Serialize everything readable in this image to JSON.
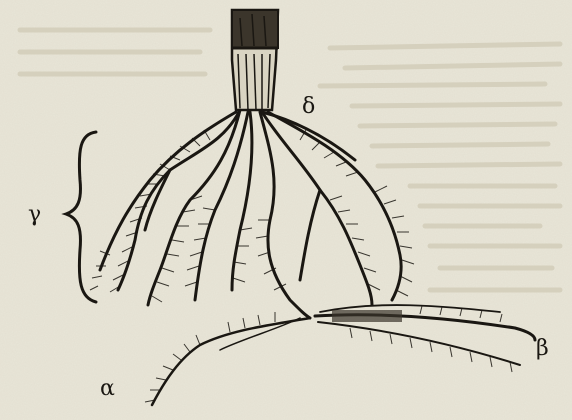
{
  "figure": {
    "labels": {
      "alpha": "α",
      "beta": "β",
      "gamma": "γ",
      "delta": "δ"
    },
    "colors": {
      "paper": "#e9e6d8",
      "ink": "#1a1712",
      "faded_text": "#cfcab6"
    }
  }
}
